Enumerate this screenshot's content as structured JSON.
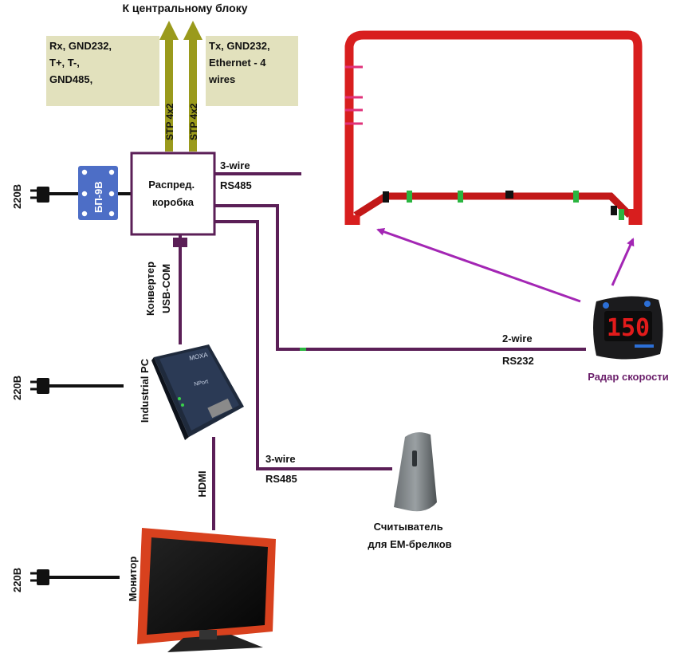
{
  "title": "К центральному блоку",
  "notes": {
    "left": [
      "Rx, GND232,",
      "T+, T-,",
      " GND485,"
    ],
    "right": [
      "Tx, GND232,",
      "Ethernet - 4",
      "wires"
    ]
  },
  "cables": {
    "stp_left": "STP 4x2",
    "stp_right": "STP 4x2",
    "rs485_top_wire": "3-wire",
    "rs485_top_proto": "RS485",
    "rs232_wire": "2-wire",
    "rs232_proto": "RS232",
    "rs485_bottom_wire": "3-wire",
    "rs485_bottom_proto": "RS485",
    "usb_com": [
      "Конвертер",
      "USB-COM"
    ],
    "hdmi": "HDMI"
  },
  "devices": {
    "psu": "БП-9В",
    "junction_box": [
      "Распред.",
      "коробка"
    ],
    "industrial_pc": "Industrial PC",
    "monitor": "Монитор",
    "radar": "Радар скорости",
    "reader": [
      "Считыватель",
      "для EM-брелков"
    ],
    "radar_display": "150",
    "converter_brand": "MOXA",
    "converter_model": "NPort"
  },
  "power": {
    "top": "220В",
    "middle": "220В",
    "bottom": "220В"
  },
  "colors": {
    "cable": "#5b1f57",
    "stp": "#9a9a1c",
    "note_bg": "#e2e1bd",
    "arrow": "#a326b4",
    "radar_label": "#6a1e6a",
    "goal_frame": "#d81e1e",
    "psu": "#4d6ec6",
    "connector": "#2bb540"
  }
}
